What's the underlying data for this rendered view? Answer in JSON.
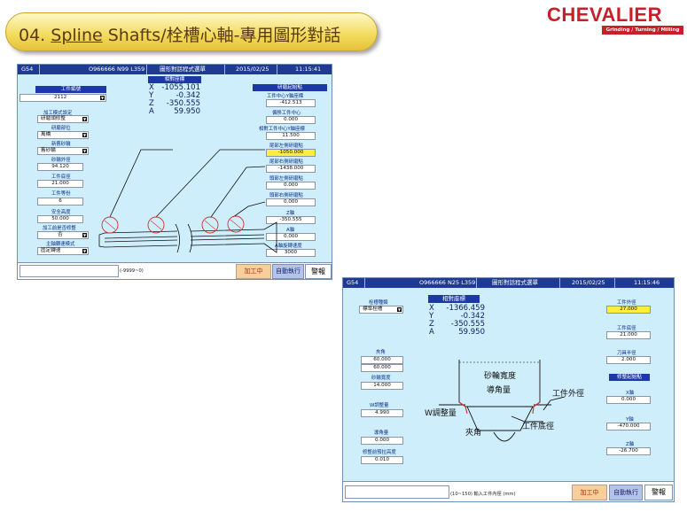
{
  "slide": {
    "title_prefix": "04. ",
    "title_underlined": "Spline",
    "title_rest": " Shafts/栓槽心軸-專用圖形對話",
    "logo_name": "CHEVALIER",
    "logo_tagline": "Grinding / Turning / Milling"
  },
  "screen1": {
    "header": {
      "mode": "G54",
      "program": "O966666 N99 L359",
      "title": "圖形對話程式選單",
      "date": "2015/02/25",
      "time": "11:15:41"
    },
    "coords": {
      "label": "相對座標",
      "X": "-1055.101",
      "Y": "-0.342",
      "Z": "-350.555",
      "A": "59.950"
    },
    "left": {
      "workpiece_no_label": "工件編號",
      "workpiece_no": "2112",
      "mode_label": "加工模式設定",
      "mode": "研磨頭修整",
      "grind_part_label": "研磨部位",
      "grind_part": "萬橋",
      "new_wheel_label": "新舊砂輪",
      "new_wheel": "舊砂輪",
      "wheel_od_label": "砂輪外徑",
      "wheel_od": "94.120",
      "work_root_label": "工件底徑",
      "work_root": "21.000",
      "work_div_label": "工件等份",
      "work_div": "6",
      "safe_height_label": "安全高度",
      "safe_height": "50.000",
      "pre_check_label": "加工前是否修整",
      "pre_check": "否",
      "spindle_mode_label": "主軸轉速模式",
      "spindle_mode": "固定轉速"
    },
    "right": {
      "start_label": "研磨起始點",
      "center_y_label": "工件中心Y軸座標",
      "center_y": "-412.513",
      "offset_label": "偏移工件中心",
      "offset": "0.000",
      "rel_center_y_label": "相對工件中心Y軸座標",
      "rel_center_y": "11.500",
      "tail_left_label": "尾部左側研磨點",
      "tail_left": "-1050.000",
      "tail_right_label": "尾部右側研磨點",
      "tail_right": "-1438.000",
      "head_left_label": "頭部左側研磨點",
      "head_left": "0.000",
      "head_right_label": "頭部右側研磨點",
      "head_right": "0.000",
      "z_label": "Z軸",
      "z": "-350.555",
      "a_label": "A軸",
      "a": "0.000",
      "a_speed_label": "A軸旋轉速度",
      "a_speed": "3000"
    },
    "footer": {
      "input": "",
      "hint": "(-9999~0)",
      "btn_process": "加工中",
      "btn_auto": "自動執行",
      "btn_alarm": "警報"
    }
  },
  "screen2": {
    "header": {
      "mode": "G54",
      "program": "O966666 N25 L359",
      "title": "圖形對話程式選單",
      "date": "2015/02/25",
      "time": "11:15:46"
    },
    "coords": {
      "label": "相對座標",
      "X": "-1366.459",
      "Y": "-0.342",
      "Z": "-350.555",
      "A": "59.950"
    },
    "left": {
      "type_label": "栓槽種類",
      "type": "標準栓槽",
      "angle_label": "夾角",
      "angle_1": "60.000",
      "angle_2": "60.000",
      "wheel_width_label": "砂輪寬度",
      "wheel_width": "14.000",
      "w_adjust_label": "W調整量",
      "w_adjust": "4.990",
      "chamfer_label": "導角量",
      "chamfer": "0.000",
      "pre_dress_label": "修整前預拉高度",
      "pre_dress": "0.010"
    },
    "right": {
      "od_label": "工件外徑",
      "od": "27.000",
      "root_label": "工件底徑",
      "root": "21.000",
      "tool_radius_label": "刀具半徑",
      "tool_radius": "2.000",
      "start_label": "修整起始點",
      "x_label": "X軸",
      "x": "0.000",
      "y_label": "Y軸",
      "y": "-470.000",
      "z_label": "Z軸",
      "z": "-26.700"
    },
    "diagram": {
      "wheel_width": "砂輪寬度",
      "chamfer": "導角量",
      "od": "工件外徑",
      "w_adjust": "W調整量",
      "angle": "夾角",
      "root": "工件底徑"
    },
    "footer": {
      "input": "",
      "hint": "(10~150) 輸入工件內徑 (mm)",
      "btn_process": "加工中",
      "btn_auto": "自動執行",
      "btn_alarm": "警報"
    }
  }
}
